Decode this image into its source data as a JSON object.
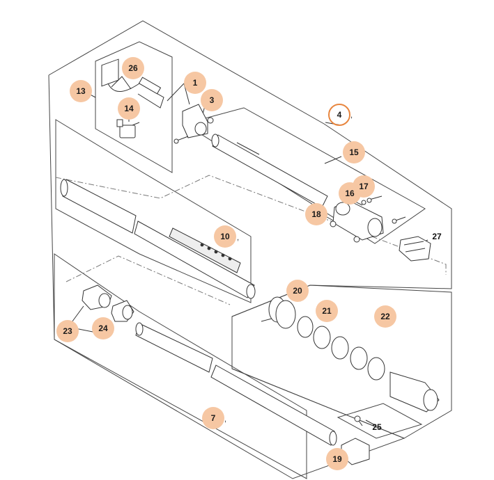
{
  "callouts": {
    "c1": "1",
    "c3": "3",
    "c4": "4",
    "c4_suffix": ",",
    "c7": "7",
    "c7_suffix": ",",
    "c10": "10",
    "c10_suffix": ",",
    "c13": "13",
    "c14": "14",
    "c15": "15",
    "c16": "16",
    "c17": "17",
    "c18": "18",
    "c19": "19",
    "c20": "20",
    "c21": "21",
    "c22": "22",
    "c23": "23",
    "c24": "24",
    "c25": "25",
    "c26": "26",
    "c27": "27"
  },
  "colors": {
    "callout_fill": "#f6c7a3",
    "callout_ring": "#e8863f",
    "line": "#333333"
  }
}
